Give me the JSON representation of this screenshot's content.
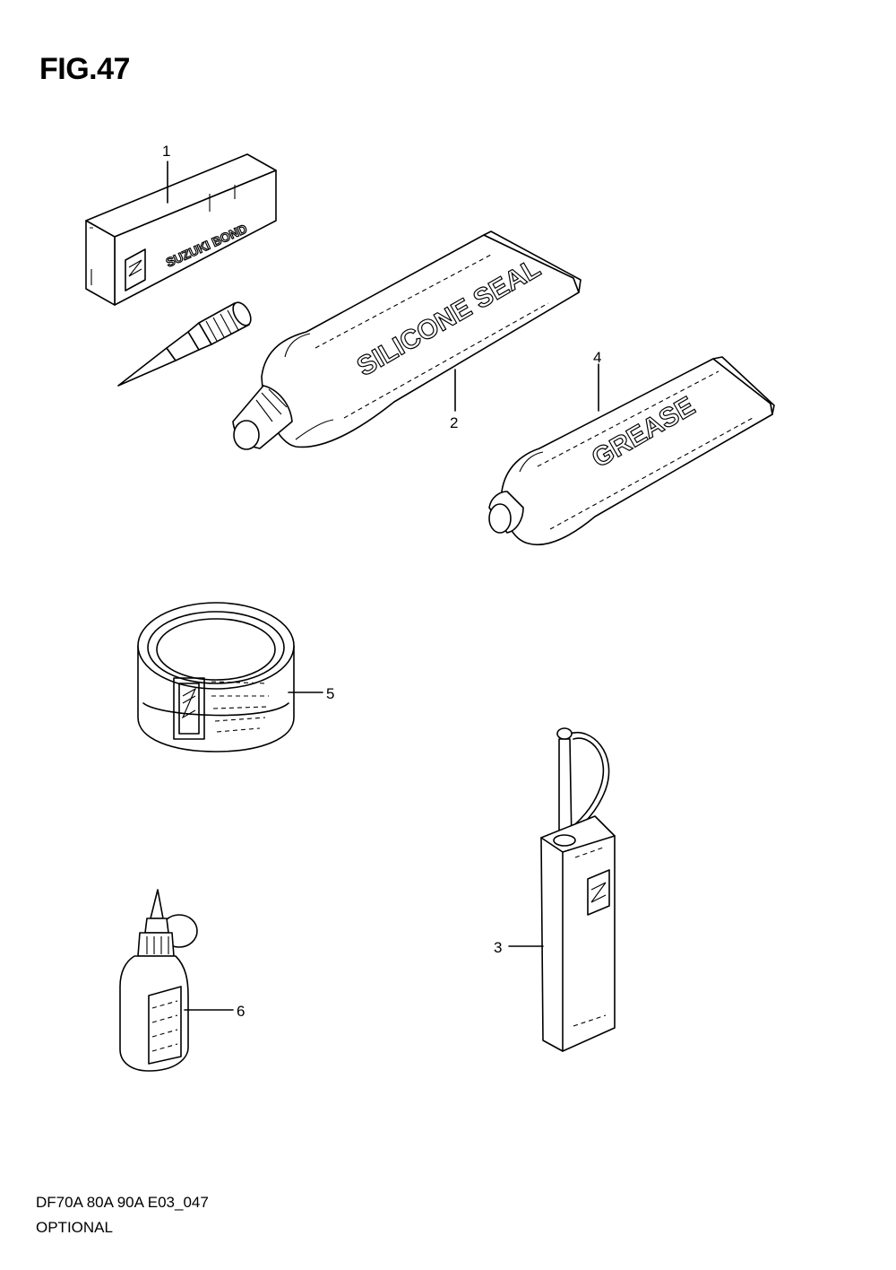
{
  "figure": {
    "title": "FIG.47"
  },
  "footer": {
    "model_code": "DF70A 80A 90A E03_047",
    "section": "OPTIONAL"
  },
  "parts": [
    {
      "ref": "1",
      "print_text": "SUZUKI BOND"
    },
    {
      "ref": "2",
      "print_text": "SILICONE SEAL"
    },
    {
      "ref": "3"
    },
    {
      "ref": "4",
      "print_text": "GREASE"
    },
    {
      "ref": "5"
    },
    {
      "ref": "6"
    }
  ]
}
